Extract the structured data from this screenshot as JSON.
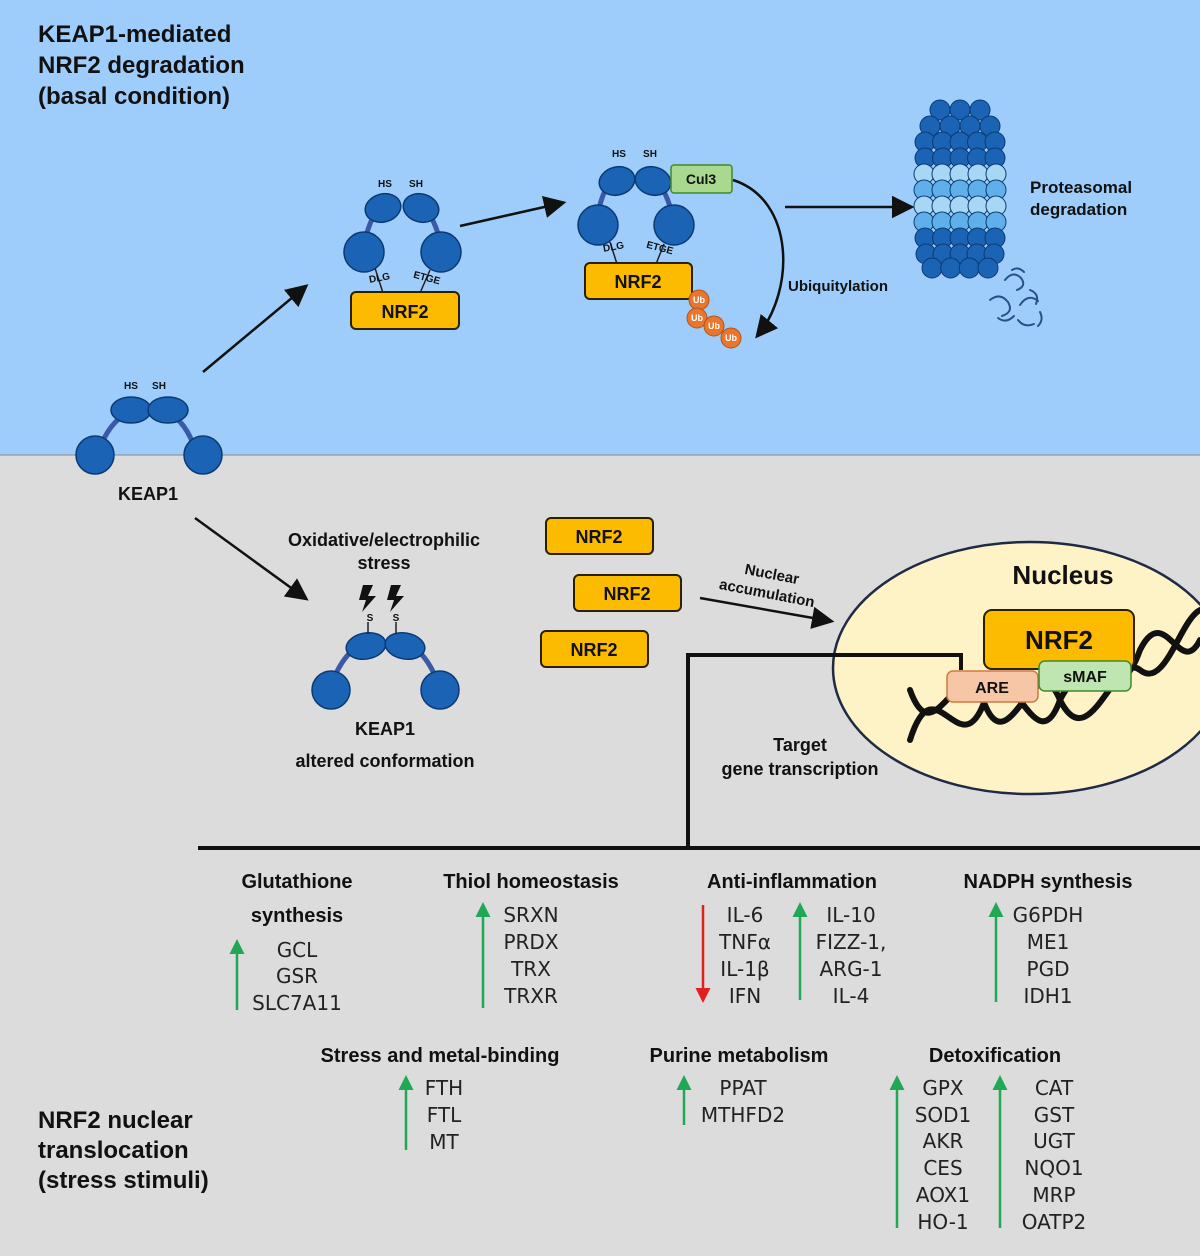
{
  "top": {
    "title_lines": [
      "KEAP1-mediated",
      "NRF2 degradation",
      "(basal condition)"
    ]
  },
  "bottom": {
    "title_lines": [
      "NRF2 nuclear",
      "translocation",
      "(stress stimuli)"
    ]
  },
  "keap1": {
    "label": "KEAP1",
    "hs": "HS",
    "sh": "SH",
    "s": "S",
    "altered_label_1": "KEAP1",
    "altered_label_2": "altered conformation"
  },
  "complex": {
    "nrf2": "NRF2",
    "dlg": "DLG",
    "etge": "ETGE",
    "cul3": "Cul3",
    "ub": "Ub",
    "ubiquitylation": "Ubiquitylation",
    "proteasomal_1": "Proteasomal",
    "proteasomal_2": "degradation"
  },
  "stress": {
    "line_1": "Oxidative/electrophilic",
    "line_2": "stress"
  },
  "nuclear": {
    "accum_1": "Nuclear",
    "accum_2": "accumulation",
    "nucleus": "Nucleus",
    "nrf2": "NRF2",
    "are": "ARE",
    "smaf": "sMAF",
    "target_1": "Target",
    "target_2": "gene transcription"
  },
  "free_nrf2": [
    "NRF2",
    "NRF2",
    "NRF2"
  ],
  "categories": {
    "glutathione": {
      "title_1": "Glutathione",
      "title_2": "synthesis",
      "genes": [
        "GCL",
        "GSR",
        "SLC7A11"
      ]
    },
    "thiol": {
      "title": "Thiol homeostasis",
      "genes": [
        "SRXN",
        "PRDX",
        "TRX",
        "TRXR"
      ]
    },
    "anti_inflammation": {
      "title": "Anti-inflammation",
      "down_genes": [
        "IL-6",
        "TNFα",
        "IL-1β",
        "IFN"
      ],
      "up_genes": [
        "IL-10",
        "FIZZ-1,",
        "ARG-1",
        "IL-4"
      ]
    },
    "nadph": {
      "title": "NADPH synthesis",
      "genes": [
        "G6PDH",
        "ME1",
        "PGD",
        "IDH1"
      ]
    },
    "stress_metal": {
      "title": "Stress and metal-binding",
      "genes": [
        "FTH",
        "FTL",
        "MT"
      ]
    },
    "purine": {
      "title": "Purine metabolism",
      "genes": [
        "PPAT",
        "MTHFD2"
      ]
    },
    "detox": {
      "title": "Detoxification",
      "genes_left": [
        "GPX",
        "SOD1",
        "AKR",
        "CES",
        "AOX1",
        "HO-1"
      ],
      "genes_right": [
        "CAT",
        "GST",
        "UGT",
        "NQO1",
        "MRP",
        "OATP2"
      ]
    }
  },
  "colors": {
    "top_bg": "#9ecdfb",
    "bottom_bg": "#dcdcdc",
    "keap1": "#1a63b5",
    "nrf2": "#fdbb00",
    "cul3": "#a9d88f",
    "ub": "#e8762c",
    "nucleus": "#fdf3c6",
    "are": "#f7c6a6",
    "smaf": "#bfe6b0",
    "up_arrow": "#21a855",
    "down_arrow": "#e0201b"
  }
}
